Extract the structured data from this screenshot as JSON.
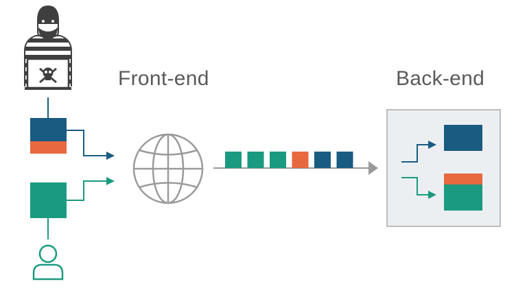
{
  "labels": {
    "front_end": "Front-end",
    "back_end": "Back-end"
  },
  "colors": {
    "blue": "#1a5b82",
    "orange": "#e8683f",
    "teal": "#1a9a80",
    "globe": "#9a9a9a",
    "arrow_line": "#999999",
    "panel_fill": "#eceff1",
    "panel_border": "#a8a8a8",
    "attacker": "#3f3f3f",
    "text": "#5a5a5a"
  },
  "icons": {
    "attacker": "hacker-icon",
    "user": "user-icon",
    "network": "globe-icon",
    "skull": "skull-icon"
  },
  "request_stream": [
    "teal",
    "teal",
    "teal",
    "orange",
    "blue",
    "blue"
  ]
}
